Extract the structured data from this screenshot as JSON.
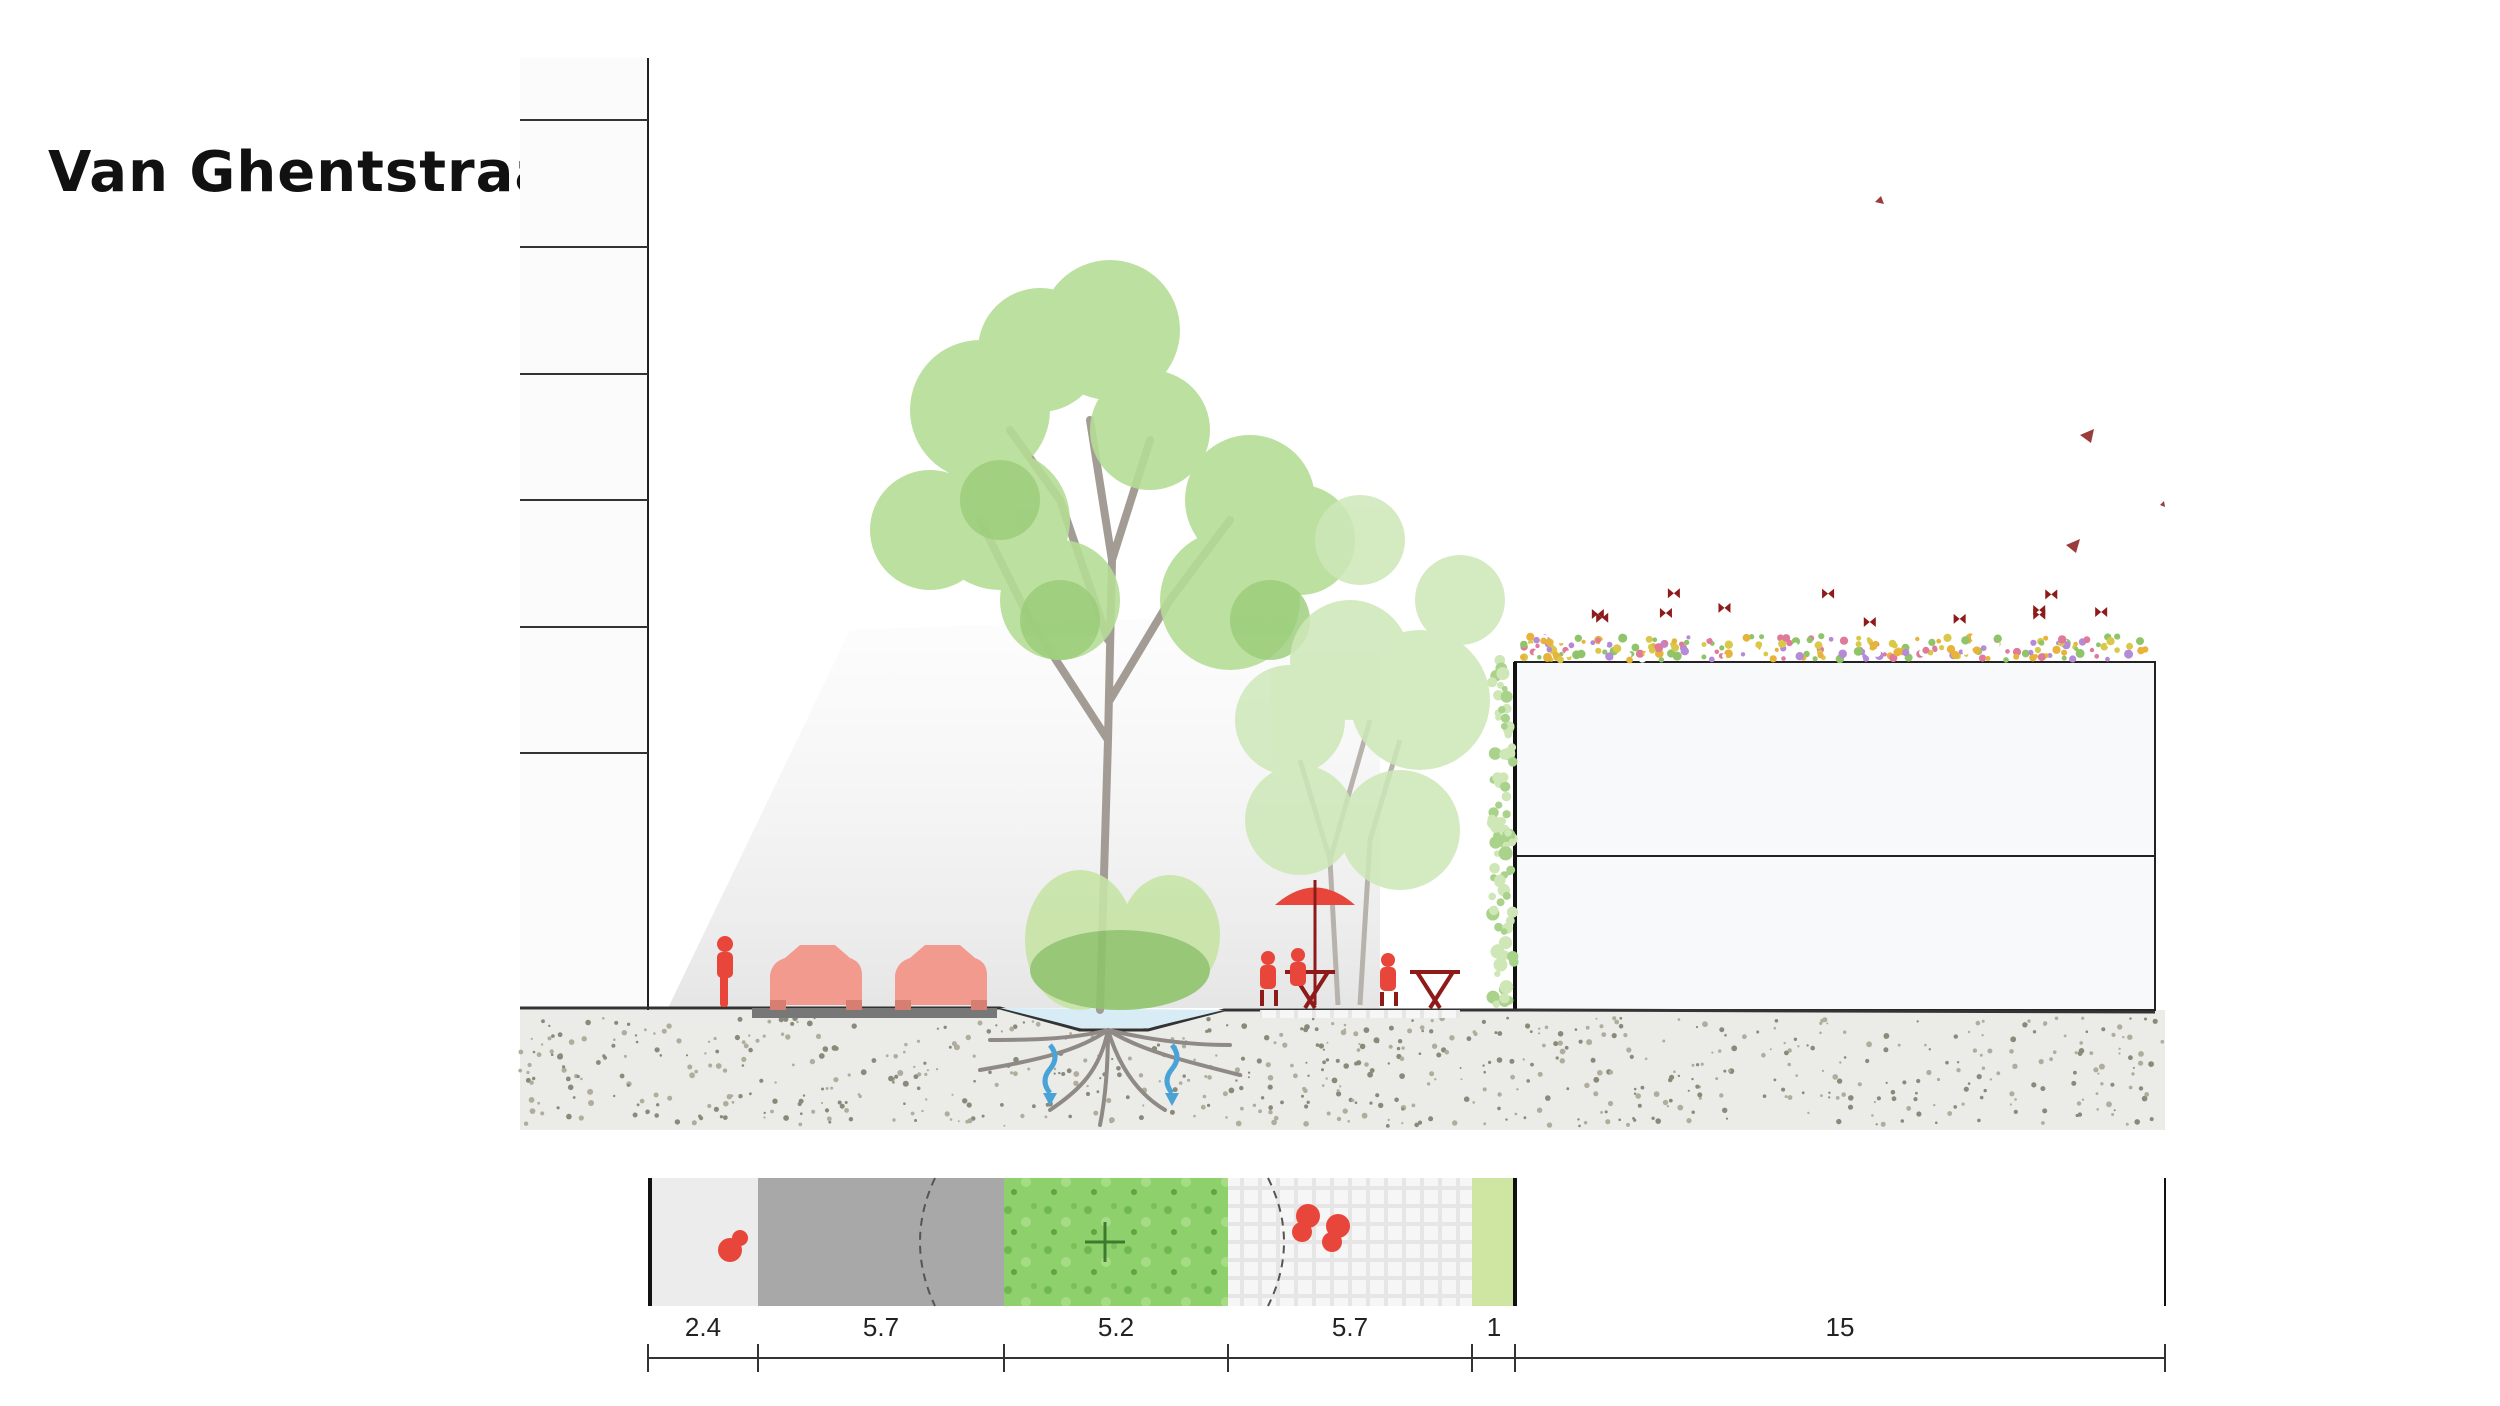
{
  "title": "Van Ghentstraat",
  "widths": [
    {
      "value": "2.4",
      "zone": "sidewalk"
    },
    {
      "value": "5.7",
      "zone": "parking-lane"
    },
    {
      "value": "5.2",
      "zone": "green-strip"
    },
    {
      "value": "5.7",
      "zone": "terrace"
    },
    {
      "value": "1",
      "zone": "facade-green"
    },
    {
      "value": "15",
      "zone": "building"
    }
  ],
  "colors": {
    "tree_canopy": "#b5dd95",
    "tree_trunk": "#a39c95",
    "people": "#e8463a",
    "cars": "#f29a8e",
    "furniture": "#8e1a1a",
    "soil": "#ebebe9",
    "water": "#4aa3d6",
    "roof_flowers": "#d9c84a"
  },
  "icons": [
    "cyclist-icon",
    "car-icon",
    "umbrella-icon",
    "table-icon",
    "chair-icon",
    "butterfly-icon",
    "bird-icon"
  ]
}
